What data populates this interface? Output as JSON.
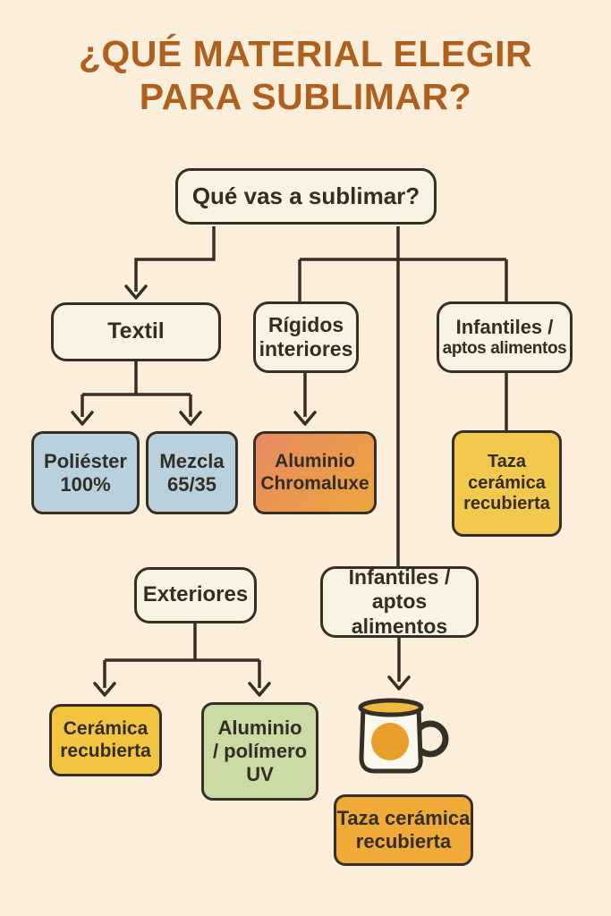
{
  "colors": {
    "background": "#fbeeda",
    "box_fill": "#faf3e3",
    "outline": "#362f27",
    "title_text": "#b0601d",
    "node_text": "#332d26",
    "blue_leaf": "#b9d1dd",
    "orange_gradient_start": "#e78a61",
    "orange_gradient_end": "#eda63d",
    "yellow_leaf": "#f3c94d",
    "green_leaf": "#cadca4",
    "amber_leaf": "#f0aa38",
    "mug_accent": "#e9a02b"
  },
  "title": {
    "full": "¿QUÉ MATERIAL ELEGIR PARA SUBLIMAR?",
    "line1": "¿QUÉ MATERIAL ELEGIR",
    "line2": "PARA SUBLIMAR?"
  },
  "root": {
    "label": "Qué vas a sublimar?"
  },
  "nodes": {
    "textil": {
      "label": "Textil"
    },
    "rigidos_interiores": {
      "lines": [
        "Rígidos",
        "interiores"
      ]
    },
    "infantiles_top": {
      "lines": [
        "Infantiles /",
        "aptos alimentos"
      ]
    },
    "poliester": {
      "lines": [
        "Poliéster",
        "100%"
      ]
    },
    "mezcla": {
      "lines": [
        "Mezcla",
        "65/35"
      ]
    },
    "aluminio_chromaluxe": {
      "lines": [
        "Aluminio",
        "Chromaluxe"
      ]
    },
    "taza_ceramica_top": {
      "lines": [
        "Taza",
        "cerámica",
        "recubierta"
      ]
    },
    "exteriores": {
      "label": "Exteriores"
    },
    "infantiles_bottom": {
      "lines": [
        "Infantiles /",
        "aptos alimentos"
      ]
    },
    "ceramica_recubierta": {
      "lines": [
        "Cerámica",
        "recubierta"
      ]
    },
    "aluminio_polimero_uv": {
      "lines": [
        "Aluminio",
        "/ polímero",
        "UV"
      ]
    },
    "taza_ceramica_bottom": {
      "lines": [
        "Taza cerámica",
        "recubierta"
      ]
    }
  },
  "icons": {
    "mug": "ceramic-mug-icon"
  }
}
